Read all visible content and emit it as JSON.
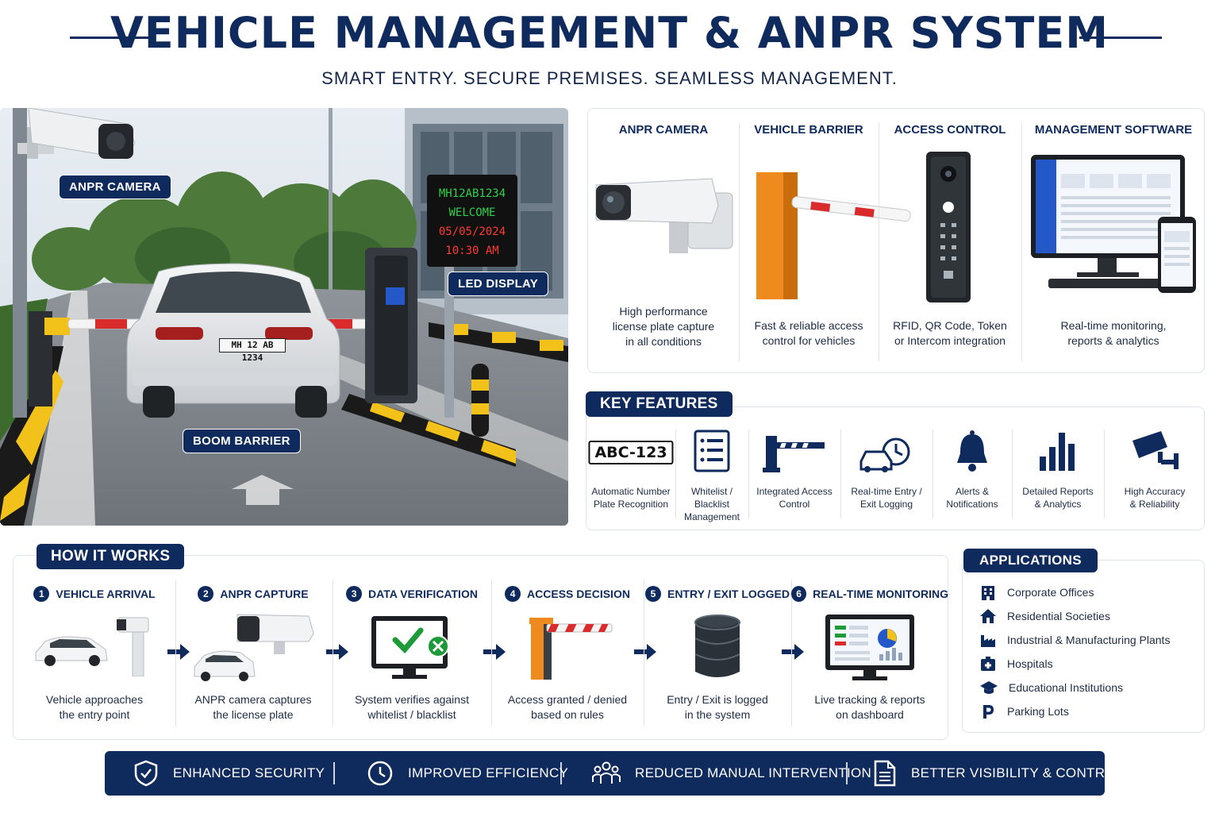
{
  "header": {
    "title": "VEHICLE MANAGEMENT & ANPR SYSTEM",
    "subtitle": "SMART ENTRY. SECURE PREMISES. SEAMLESS MANAGEMENT."
  },
  "photo": {
    "tags": {
      "camera": "ANPR CAMERA",
      "led": "LED DISPLAY",
      "barrier": "BOOM BARRIER"
    },
    "led_lines": [
      "MH12AB1234",
      "WELCOME",
      "05/05/2024",
      "10:30 AM"
    ],
    "plate": "MH 12 AB 1234"
  },
  "components": [
    {
      "title": "ANPR CAMERA",
      "desc_lines": [
        "High performance",
        "license plate capture",
        "in all conditions"
      ],
      "icon": "cctv-camera-icon"
    },
    {
      "title": "VEHICLE BARRIER",
      "desc_lines": [
        "Fast & reliable access",
        "control for vehicles"
      ],
      "icon": "boom-barrier-icon"
    },
    {
      "title": "ACCESS CONTROL",
      "desc_lines": [
        "RFID, QR Code, Token",
        "or Intercom integration"
      ],
      "icon": "access-terminal-icon"
    },
    {
      "title": "MANAGEMENT SOFTWARE",
      "desc_lines": [
        "Real-time monitoring,",
        "reports & analytics"
      ],
      "icon": "monitor-dashboard-icon"
    }
  ],
  "key_features": {
    "heading": "KEY FEATURES",
    "plate_text": "ABC-123",
    "items": [
      {
        "label_lines": [
          "Automatic Number",
          "Plate Recognition"
        ],
        "icon": "plate-icon"
      },
      {
        "label_lines": [
          "Whitelist /",
          "Blacklist",
          "Management"
        ],
        "icon": "list-icon"
      },
      {
        "label_lines": [
          "Integrated Access",
          "Control"
        ],
        "icon": "barrier-icon"
      },
      {
        "label_lines": [
          "Real-time Entry /",
          "Exit Logging"
        ],
        "icon": "car-clock-icon"
      },
      {
        "label_lines": [
          "Alerts &",
          "Notifications"
        ],
        "icon": "bell-icon"
      },
      {
        "label_lines": [
          "Detailed Reports",
          "& Analytics"
        ],
        "icon": "bar-chart-icon"
      },
      {
        "label_lines": [
          "High Accuracy",
          "& Reliability"
        ],
        "icon": "camera-icon"
      }
    ]
  },
  "how_it_works": {
    "heading": "HOW IT WORKS",
    "steps": [
      {
        "num": "1",
        "title": "VEHICLE ARRIVAL",
        "desc_lines": [
          "Vehicle approaches",
          "the entry point"
        ]
      },
      {
        "num": "2",
        "title": "ANPR CAPTURE",
        "desc_lines": [
          "ANPR camera captures",
          "the license plate"
        ]
      },
      {
        "num": "3",
        "title": "DATA VERIFICATION",
        "desc_lines": [
          "System verifies against",
          "whitelist / blacklist"
        ]
      },
      {
        "num": "4",
        "title": "ACCESS DECISION",
        "desc_lines": [
          "Access granted / denied",
          "based on rules"
        ]
      },
      {
        "num": "5",
        "title": "ENTRY / EXIT LOGGED",
        "desc_lines": [
          "Entry / Exit is logged",
          "in the system"
        ]
      },
      {
        "num": "6",
        "title": "REAL-TIME MONITORING",
        "desc_lines": [
          "Live tracking & reports",
          "on dashboard"
        ]
      }
    ]
  },
  "applications": {
    "heading": "APPLICATIONS",
    "items": [
      {
        "label": "Corporate Offices",
        "icon": "building-icon"
      },
      {
        "label": "Residential Societies",
        "icon": "home-icon"
      },
      {
        "label": "Industrial & Manufacturing Plants",
        "icon": "factory-icon"
      },
      {
        "label": "Hospitals",
        "icon": "hospital-icon"
      },
      {
        "label": "Educational Institutions",
        "icon": "graduation-cap-icon"
      },
      {
        "label": "Parking Lots",
        "icon": "parking-icon"
      }
    ]
  },
  "banner": [
    {
      "label": "ENHANCED SECURITY",
      "icon": "shield-check-icon"
    },
    {
      "label": "IMPROVED EFFICIENCY",
      "icon": "clock-icon"
    },
    {
      "label": "REDUCED MANUAL INTERVENTION",
      "icon": "people-icon"
    },
    {
      "label": "BETTER VISIBILITY & CONTROL",
      "icon": "document-icon"
    }
  ],
  "colors": {
    "navy": "#0f2a5c",
    "orange": "#f08a1c",
    "red": "#d92b2b",
    "green": "#1e9a3a"
  }
}
